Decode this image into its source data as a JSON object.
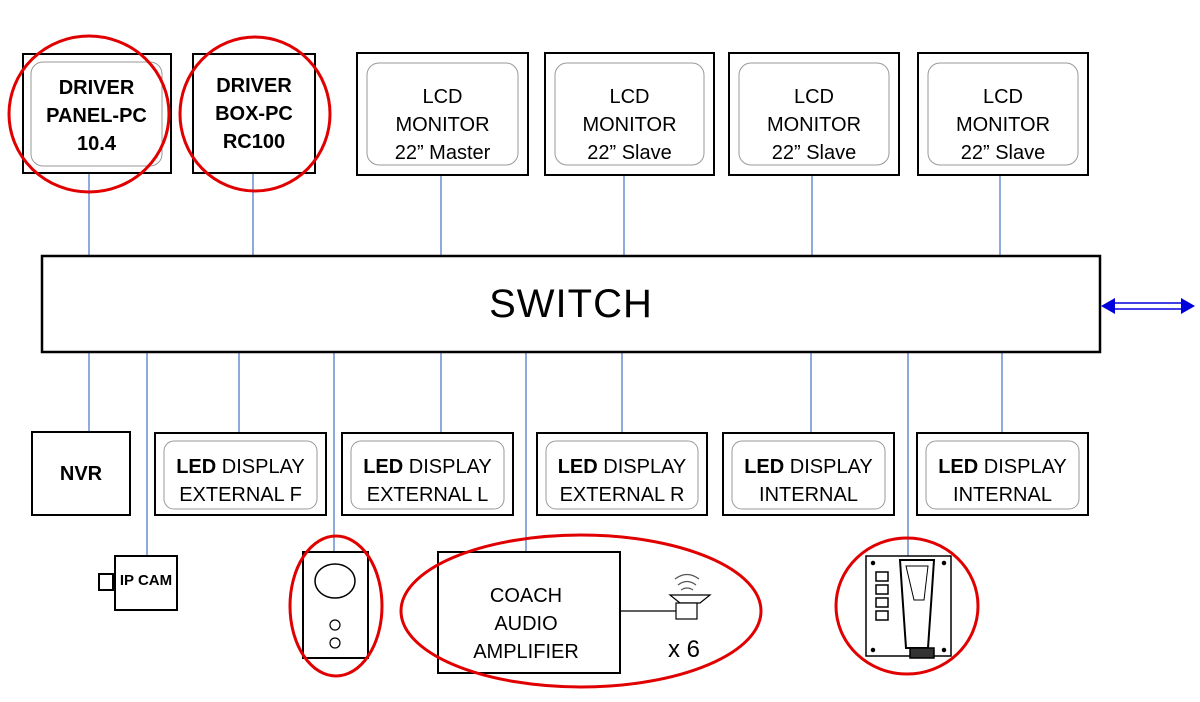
{
  "top_devices": [
    {
      "id": "driver-panel-pc",
      "lines": [
        "DRIVER",
        "PANEL-PC",
        "10.4"
      ],
      "bold": true
    },
    {
      "id": "driver-box-pc",
      "lines": [
        "DRIVER",
        "BOX-PC",
        "RC100"
      ],
      "bold": true
    },
    {
      "id": "lcd-master",
      "lines": [
        "LCD",
        "MONITOR",
        "22” Master"
      ],
      "bold": false
    },
    {
      "id": "lcd-slave-1",
      "lines": [
        "LCD",
        "MONITOR",
        "22” Slave"
      ],
      "bold": false
    },
    {
      "id": "lcd-slave-2",
      "lines": [
        "LCD",
        "MONITOR",
        "22” Slave"
      ],
      "bold": false
    },
    {
      "id": "lcd-slave-3",
      "lines": [
        "LCD",
        "MONITOR",
        "22” Slave"
      ],
      "bold": false
    }
  ],
  "switch_label": "SWITCH",
  "nvr_label": "NVR",
  "led_displays": [
    {
      "lead": "LED",
      "rest": " DISPLAY",
      "line2": "EXTERNAL F"
    },
    {
      "lead": "LED",
      "rest": " DISPLAY",
      "line2": "EXTERNAL L"
    },
    {
      "lead": "LED",
      "rest": " DISPLAY",
      "line2": "EXTERNAL R"
    },
    {
      "lead": "LED",
      "rest": " DISPLAY",
      "line2": "INTERNAL"
    },
    {
      "lead": "LED",
      "rest": " DISPLAY",
      "line2": "INTERNAL"
    }
  ],
  "ip_cam_label": "IP CAM",
  "amplifier_lines": [
    "COACH",
    "AUDIO",
    "AMPLIFIER"
  ],
  "speaker_count": "x 6",
  "colors": {
    "link": "#4472c4",
    "highlight": "#e00000",
    "arrow": "#0000dd",
    "box": "#000000"
  }
}
